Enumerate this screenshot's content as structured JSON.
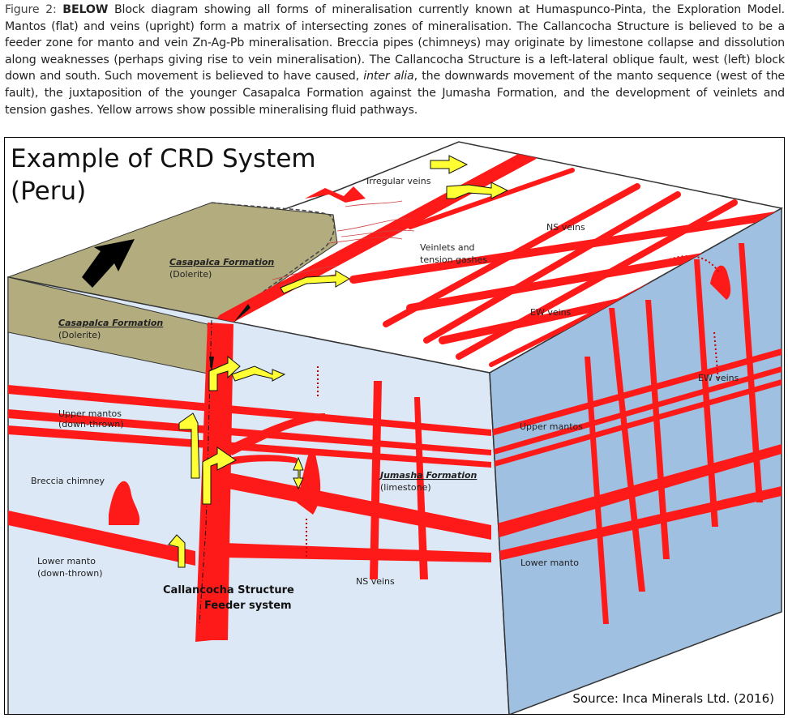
{
  "caption": {
    "figure_label": "Figure 2:",
    "heading": "BELOW",
    "text_1": " Block diagram showing all forms of mineralisation currently known at Humaspunco-Pinta, the Exploration Model. Mantos (flat) and veins (upright) form a matrix of intersecting zones of mineralisation. The Callancocha Structure is believed to be a feeder zone for manto and vein Zn-Ag-Pb mineralisation. Breccia pipes (chimneys) may originate by limestone collapse and dissolution along weaknesses (perhaps giving rise to vein mineralisation). The Callancocha Structure is a left-lateral oblique fault, west (left) block down and south. Such movement is believed to have caused, ",
    "italic": "inter alia",
    "text_2": ", the downwards movement of the manto sequence (west of the fault), the juxtaposition of the younger Casapalca Formation against the Jumasha Formation, and the development of veinlets and tension gashes. Yellow arrows show possible mineralising fluid pathways."
  },
  "diagram": {
    "title": "Example of CRD System\n(Peru)",
    "labels": {
      "irregular_veins": "Irregular veins",
      "ns_veins_top": "NS veins",
      "veinlets_1": "Veinlets and",
      "veinlets_2": "tension gashes",
      "ew_veins_top": "EW veins",
      "ew_veins_side": "EW veins",
      "casapalca_top": "Casapalca Formation",
      "casapalca_top_sub": "(Dolerite)",
      "casapalca_front": "Casapalca Formation",
      "casapalca_front_sub": "(Dolerite)",
      "upper_mantos_front_1": "Upper mantos",
      "upper_mantos_front_2": "(down-thrown)",
      "upper_mantos_side": "Upper mantos",
      "breccia": "Breccia chimney",
      "jumasha": "Jumasha Formation",
      "jumasha_sub": "(limestone)",
      "lower_manto_front_1": "Lower manto",
      "lower_manto_front_2": "(down-thrown)",
      "lower_manto_side": "Lower manto",
      "ns_veins_front": "NS veins",
      "feeder_1": "Callancocha Structure",
      "feeder_2": "Feeder system"
    },
    "colors": {
      "mineralisation": "#ff1a1a",
      "fluid_arrow": "#ffff33",
      "front_face": "#dce8f5",
      "side_face": "#9fc0e0",
      "casapalca": "#b2ac7f",
      "top_face": "#ffffff"
    },
    "icons": {
      "movement_arrow": "black-arrow-icon",
      "fluid_path": "yellow-arrow-icon"
    },
    "source": "Source: Inca Minerals Ltd. (2016)"
  }
}
